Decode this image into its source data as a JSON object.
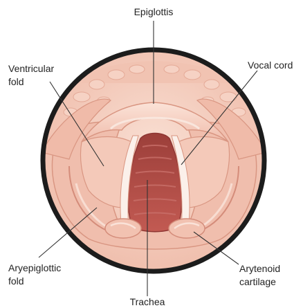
{
  "labels": {
    "epiglottis": "Epiglottis",
    "ventricular_fold_line1": "Ventricular",
    "ventricular_fold_line2": "fold",
    "vocal_cord": "Vocal cord",
    "aryepiglottic_fold_line1": "Aryepiglottic",
    "aryepiglottic_fold_line2": "fold",
    "arytenoid_cartilage_line1": "Arytenoid",
    "arytenoid_cartilage_line2": "cartilage",
    "trachea": "Trachea"
  },
  "colors": {
    "ring": "#1c1c1c",
    "skin": "#f3c6b4",
    "skin_light": "#f8dccf",
    "skin_shadow": "#d99a88",
    "fold": "#eab3a3",
    "cord": "#fbf0ea",
    "trachea": "#b5504a",
    "trachea_dark": "#8e3633",
    "trachea_ring": "#c9706a"
  }
}
